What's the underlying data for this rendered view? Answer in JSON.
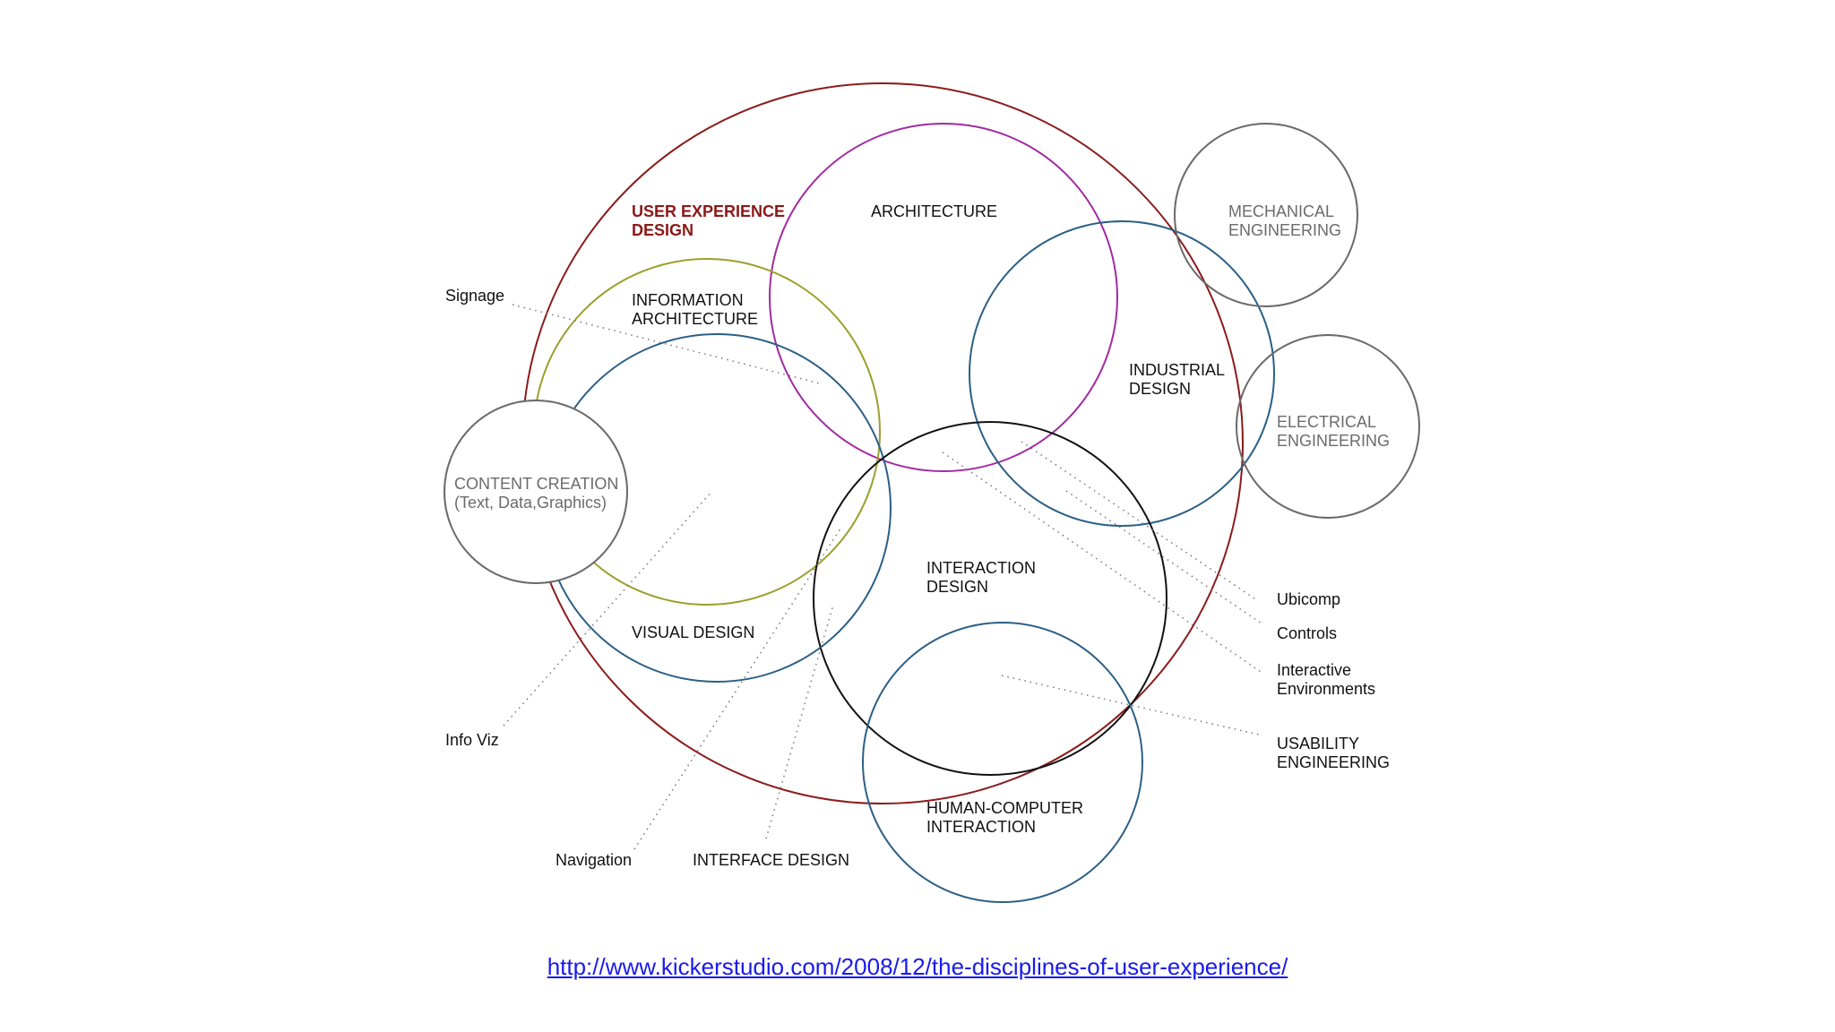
{
  "diagram": {
    "colors": {
      "ux": "#8b1c1c",
      "architecture": "#a12aa1",
      "information_architecture": "#9aa02a",
      "visual_design": "#2a5f86",
      "industrial_design": "#2a5f86",
      "interaction_design": "#111111",
      "hci": "#2a5f86",
      "external": "#6b6b6b",
      "ux_label": "#8b1818"
    },
    "circles": {
      "ux": [
        "USER EXPERIENCE",
        "DESIGN"
      ],
      "architecture": [
        "ARCHITECTURE"
      ],
      "information_architecture": [
        "INFORMATION",
        "ARCHITECTURE"
      ],
      "visual_design": [
        "VISUAL DESIGN"
      ],
      "industrial_design": [
        "INDUSTRIAL",
        "DESIGN"
      ],
      "interaction_design": [
        "INTERACTION",
        "DESIGN"
      ],
      "hci": [
        "HUMAN-COMPUTER",
        "INTERACTION"
      ],
      "content_creation": [
        "CONTENT CREATION",
        "(Text, Data,Graphics)"
      ],
      "mechanical_engineering": [
        "MECHANICAL",
        "ENGINEERING"
      ],
      "electrical_engineering": [
        "ELECTRICAL",
        "ENGINEERING"
      ]
    },
    "callouts": {
      "signage": [
        "Signage"
      ],
      "info_viz": [
        "Info Viz"
      ],
      "navigation": [
        "Navigation"
      ],
      "interface_design": [
        "INTERFACE DESIGN"
      ],
      "ubicomp": [
        "Ubicomp"
      ],
      "controls": [
        "Controls"
      ],
      "interactive_environments": [
        "Interactive",
        "Environments"
      ],
      "usability_engineering": [
        "USABILITY",
        "ENGINEERING"
      ]
    }
  },
  "source_link": "http://www.kickerstudio.com/2008/12/the-disciplines-of-user-experience/"
}
